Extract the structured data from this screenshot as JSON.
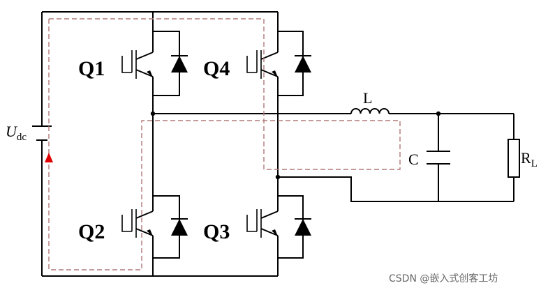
{
  "labels": {
    "q1": "Q1",
    "q2": "Q2",
    "q3": "Q3",
    "q4": "Q4",
    "source_main": "U",
    "source_sub": "dc",
    "inductor": "L",
    "capacitor": "C",
    "load_main": "R",
    "load_sub": "L"
  },
  "watermark": "CSDN @嵌入式创客工坊",
  "colors": {
    "wire": "#000000",
    "current_path": "#b07878",
    "arrow": "#e00000"
  }
}
